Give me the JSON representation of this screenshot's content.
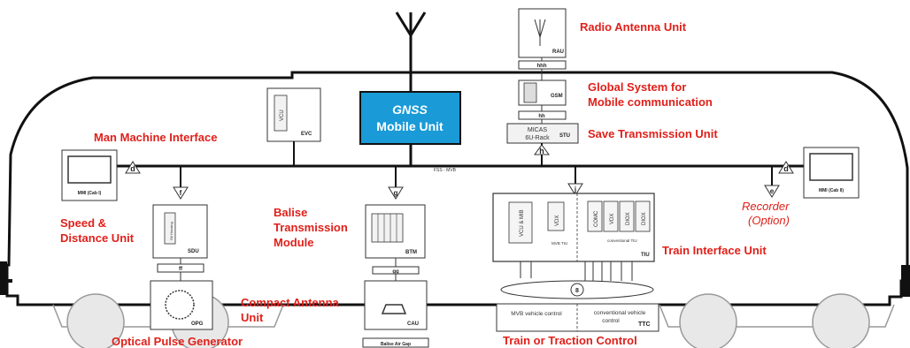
{
  "labels": {
    "rau_name": "Radio Antenna Unit",
    "gsm_name_line1": "Global System for",
    "gsm_name_line2": "Mobile communication",
    "stu_name": "Save Transmission Unit",
    "mmi_name": "Man Machine Interface",
    "sdu_name_line1": "Speed &",
    "sdu_name_line2": "Distance Unit",
    "btm_name_line1": "Balise",
    "btm_name_line2": "Transmission",
    "btm_name_line3": "Module",
    "tiu_name": "Train Interface Unit",
    "recorder_line1": "Recorder",
    "recorder_line2": "(Option)",
    "cau_name_line1": "Compact Antenna",
    "cau_name_line2": "Unit",
    "opg_name": "Optical Pulse Generator",
    "ttc_name": "Train or Traction Control"
  },
  "gnss": {
    "line1": "GNSS",
    "line2": "Mobile Unit"
  },
  "units": {
    "rau": "RAU",
    "hhh": "hhh",
    "gsm": "GSM",
    "hh": "hh",
    "micas_line1": "MICAS",
    "micas_line2": "6U-Rack",
    "stu": "STU",
    "evc": "EVC",
    "vcu": "VCU",
    "mmi1": "MMI (Cab I)",
    "mmi2": "MMI (Cab II)",
    "sdu": "SDU",
    "sdu_inner": "Oil Housing",
    "ff": "ff",
    "btm": "BTM",
    "gg": "gg",
    "cau": "CAU",
    "balise_air_gap": "Balise Air Gap",
    "opg": "OPG",
    "vcu_mib": "VCU & MIB",
    "vdx": "VDX",
    "mvb_tiu": "MVB TIU",
    "comc": "COMC",
    "vdx2": "VDX",
    "diox1": "DIOX",
    "diox2": "DIOX",
    "conventional_tiu": "conventional TIU",
    "tiu": "TIU",
    "mvb_vehicle_control": "MVB vehicle control",
    "conventional_vehicle_line1": "conventional vehicle",
    "conventional_vehicle_line2": "control",
    "ttc": "TTC",
    "bus_label": "FSS - MVB"
  },
  "connectors": {
    "d1": "d",
    "d2": "d",
    "f": "f",
    "g": "g",
    "h": "h",
    "j": "j",
    "e": "e",
    "s": "8"
  },
  "colors": {
    "accent_red": "#e0201a",
    "gnss_blue": "#1a9ad6"
  }
}
